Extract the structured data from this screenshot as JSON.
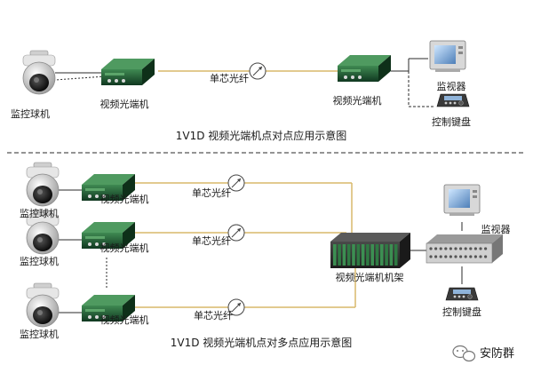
{
  "colors": {
    "fiber": "#d9b86a",
    "coax": "#2a2a2a",
    "divider": "#555555",
    "device": "#2f6b3c",
    "device_dark": "#143d22",
    "background": "#ffffff"
  },
  "top": {
    "camera_label": "监控球机",
    "left_transceiver_label": "视频光端机",
    "fiber_label": "单芯光纤",
    "right_transceiver_label": "视频光端机",
    "monitor_label": "监视器",
    "keyboard_label": "控制键盘",
    "caption": "1V1D 视频光端机点对点应用示意图"
  },
  "bottom": {
    "rows": [
      {
        "camera_label": "监控球机",
        "transceiver_label": "视频光端机",
        "fiber_label": "单芯光纤"
      },
      {
        "camera_label": "监控球机",
        "transceiver_label": "视频光端机",
        "fiber_label": "单芯光纤"
      },
      {
        "camera_label": "监控球机",
        "transceiver_label": "视频光端机",
        "fiber_label": "单芯光纤"
      }
    ],
    "rack_label": "视频光端机机架",
    "monitor_label": "监视器",
    "keyboard_label": "控制键盘",
    "caption": "1V1D 视频光端机点对多点应用示意图"
  },
  "watermark": {
    "text": "安防群"
  }
}
